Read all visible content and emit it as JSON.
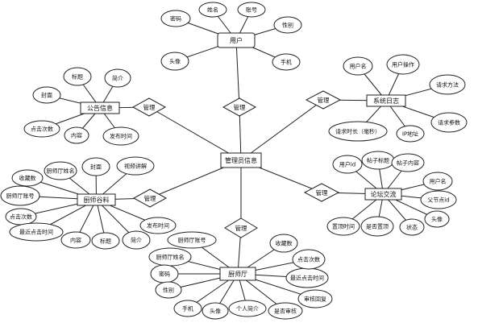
{
  "entities": [
    {
      "id": "user",
      "label": "用户",
      "attributes": [
        "密码",
        "姓名",
        "账号",
        "性别",
        "手机",
        "头像"
      ]
    },
    {
      "id": "syslog",
      "label": "系统日志",
      "attributes": [
        "用户名",
        "用户操作",
        "请求方法",
        "请求参数",
        "IP地址",
        "请求时长（毫秒）"
      ]
    },
    {
      "id": "forum",
      "label": "论坛交流",
      "attributes": [
        "用户id",
        "帖子标题",
        "帖子内容",
        "用户名",
        "父节点id",
        "头像",
        "状态",
        "是否置顶",
        "置顶时间"
      ]
    },
    {
      "id": "chef",
      "label": "厨师厅",
      "attributes": [
        "厨师厅账号",
        "厨师厅姓名",
        "密码",
        "性别",
        "手机",
        "头像",
        "个人简介",
        "是否审核",
        "审核回复",
        "最近点击时间",
        "点击次数",
        "收藏数"
      ]
    },
    {
      "id": "recipe",
      "label": "厨师谷料",
      "attributes": [
        "厨师厅姓名",
        "封面",
        "视频讲解",
        "收藏数",
        "厨师厅账号",
        "点击次数",
        "最近点击时间",
        "内容",
        "标题",
        "简介",
        "发布时间"
      ]
    },
    {
      "id": "notice",
      "label": "公告信息",
      "attributes": [
        "标题",
        "简介",
        "封面",
        "点击次数",
        "内容",
        "发布时间"
      ]
    },
    {
      "id": "admin",
      "label": "管理员信息",
      "attributes": []
    }
  ],
  "relations": [
    {
      "id": "rel-user",
      "label": "管理"
    },
    {
      "id": "rel-syslog",
      "label": "管理"
    },
    {
      "id": "rel-forum",
      "label": "管理"
    },
    {
      "id": "rel-chef",
      "label": "管理"
    },
    {
      "id": "rel-recipe",
      "label": "管理"
    },
    {
      "id": "rel-notice",
      "label": "管理"
    }
  ]
}
